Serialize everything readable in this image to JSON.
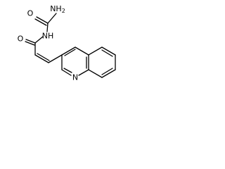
{
  "labels": {
    "amine": "NH",
    "amine_sub": "2",
    "carbonyl_oxygen_top": "O",
    "amide_nh": "NH",
    "carbonyl_oxygen_left": "O",
    "quinoline_n": "N"
  }
}
